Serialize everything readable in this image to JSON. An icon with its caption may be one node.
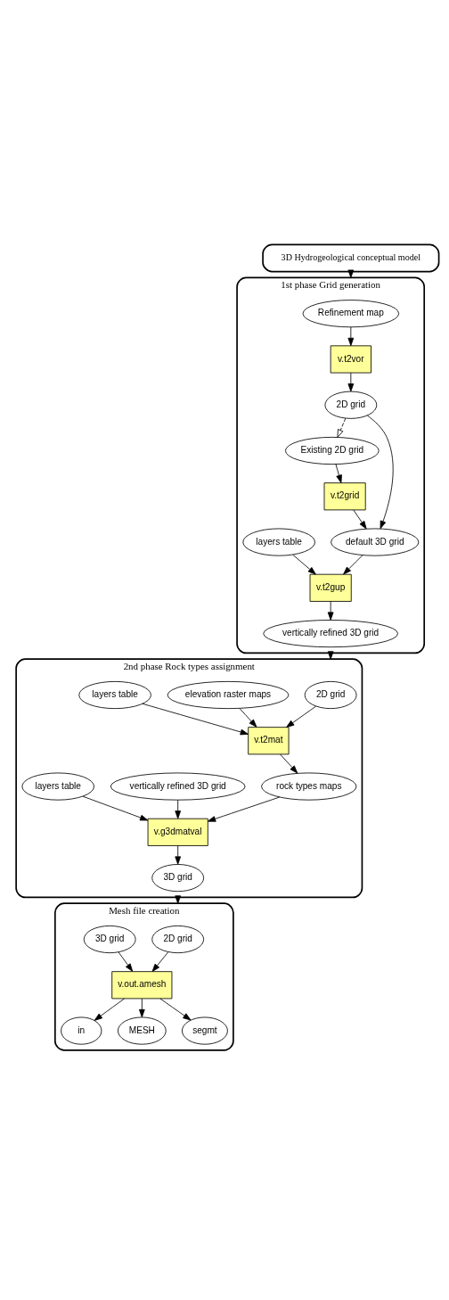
{
  "diagram": {
    "nodes": [
      {
        "text": [
          "3D Hydrogeological conceptual model"
        ]
      },
      {
        "text": [
          "1st phase Grid generation"
        ]
      },
      {
        "text": [
          "Refinement map"
        ],
        "in": 1
      },
      {
        "text": [
          "Existing 2D grid"
        ],
        "in": 1
      },
      {
        "text": [
          "v.t2vor"
        ],
        "in": 1
      },
      {
        "text": [
          "v.t2grid"
        ],
        "in": 1
      },
      {
        "text": [
          "2D grid"
        ],
        "in": 1
      },
      {
        "text": [
          "default 3D grid"
        ],
        "in": 1
      },
      {
        "text": [
          "layers table"
        ],
        "in": 1
      },
      {
        "text": [
          "v.t2gup"
        ],
        "in": 1
      },
      {
        "text": [
          "vertically refined 3D grid"
        ],
        "in": 1
      },
      {
        "text": [
          "2nd phase Rock types assignment"
        ]
      },
      {
        "text": [
          "2D grid"
        ],
        "in": 11
      },
      {
        "text": [
          "elevation raster maps"
        ],
        "in": 11
      },
      {
        "text": [
          "layers table"
        ],
        "in": 11
      },
      {
        "text": [
          "v.t2mat"
        ],
        "in": 11
      },
      {
        "text": [
          "vertically refined 3D grid"
        ],
        "in": 11
      },
      {
        "text": [
          "rock types maps"
        ],
        "in": 11
      },
      {
        "text": [
          "layers table"
        ],
        "in": 11
      },
      {
        "text": [
          "v.g3dmatval"
        ],
        "in": 11
      },
      {
        "text": [
          "3D grid"
        ],
        "in": 11
      },
      {
        "text": [
          "Mesh file creation"
        ]
      },
      {
        "text": [
          "2D grid"
        ],
        "in": 21
      },
      {
        "text": [
          "3D grid"
        ],
        "in": 21
      },
      {
        "text": [
          "v.out.amesh"
        ],
        "in": 21
      },
      {
        "text": [
          "in"
        ],
        "in": 21
      },
      {
        "text": [
          "MESH"
        ],
        "in": 21
      },
      {
        "text": [
          "segmt"
        ],
        "in": 21
      }
    ],
    "edges": [
      {
        "from": 0,
        "to": 1,
        "arrow": "to"
      },
      {
        "from": 2,
        "to": 4,
        "arrow": "to"
      },
      {
        "from": 3,
        "to": 5,
        "arrow": "to"
      },
      {
        "from": 4,
        "to": 6,
        "arrow": "to"
      },
      {
        "from": 5,
        "to": 7,
        "arrow": "to"
      },
      {
        "from": 6,
        "to": 3,
        "arrow": "to",
        "style": "dashed"
      },
      {
        "from": 6,
        "to": 7,
        "arrow": "to"
      },
      {
        "from": 8,
        "to": 9,
        "arrow": "to"
      },
      {
        "from": 7,
        "to": 9,
        "arrow": "to"
      },
      {
        "from": 9,
        "to": 10,
        "arrow": "to"
      },
      {
        "from": 1,
        "to": 11,
        "arrow": "to"
      },
      {
        "from": 12,
        "to": 15,
        "arrow": "to"
      },
      {
        "from": 13,
        "to": 15,
        "arrow": "to"
      },
      {
        "from": 14,
        "to": 15,
        "arrow": "to"
      },
      {
        "from": 15,
        "to": 17,
        "arrow": "to"
      },
      {
        "from": 16,
        "to": 19,
        "arrow": "to"
      },
      {
        "from": 17,
        "to": 19,
        "arrow": "to"
      },
      {
        "from": 18,
        "to": 19,
        "arrow": "to"
      },
      {
        "from": 19,
        "to": 20,
        "arrow": "to"
      },
      {
        "from": 11,
        "to": 21,
        "arrow": "to"
      },
      {
        "from": 22,
        "to": 24,
        "arrow": "to"
      },
      {
        "from": 23,
        "to": 24,
        "arrow": "to"
      },
      {
        "from": 24,
        "to": 25,
        "arrow": "to"
      },
      {
        "from": 24,
        "to": 26,
        "arrow": "to"
      },
      {
        "from": 24,
        "to": 27,
        "arrow": "to"
      }
    ]
  }
}
